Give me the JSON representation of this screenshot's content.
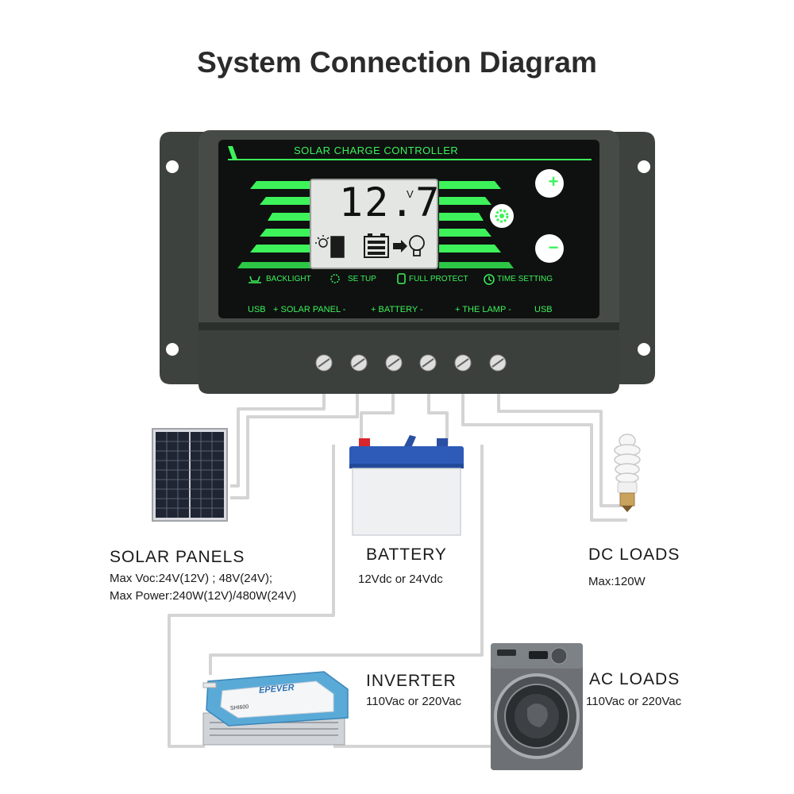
{
  "title": "System Connection Diagram",
  "controller": {
    "name": "SOLAR CHARGE CONTROLLER",
    "lcd_value": "12.7",
    "lcd_unit": "V",
    "buttons": {
      "plus": "+",
      "minus": "−"
    },
    "functions": [
      "BACKLIGHT",
      "SE TUP",
      "FULL PROTECT",
      "TIME SETTING"
    ],
    "ports": {
      "usb_left": "USB",
      "solar_panel": "+ SOLAR PANEL -",
      "battery": "+ BATTERY -",
      "the_lamp": "+ THE LAMP -",
      "usb_right": "USB"
    }
  },
  "solar_panels": {
    "label": "SOLAR  PANELS",
    "line1": "Max  Voc:24V(12V) ; 48V(24V);",
    "line2": "Max  Power:240W(12V)/480W(24V)"
  },
  "battery": {
    "label": "BATTERY",
    "spec": "12Vdc  or  24Vdc"
  },
  "dc_loads": {
    "label": "DC  LOADS",
    "spec": "Max:120W"
  },
  "inverter": {
    "label": "INVERTER",
    "spec": "110Vac  or  220Vac",
    "brand": "EPEVER",
    "model": "SHI600"
  },
  "ac_loads": {
    "label": "AC  LOADS",
    "spec": "110Vac  or  220Vac"
  },
  "colors": {
    "accent_green": "#3df25a",
    "wire": "#d2d2d2",
    "controller_body": "#3b3f3c"
  }
}
